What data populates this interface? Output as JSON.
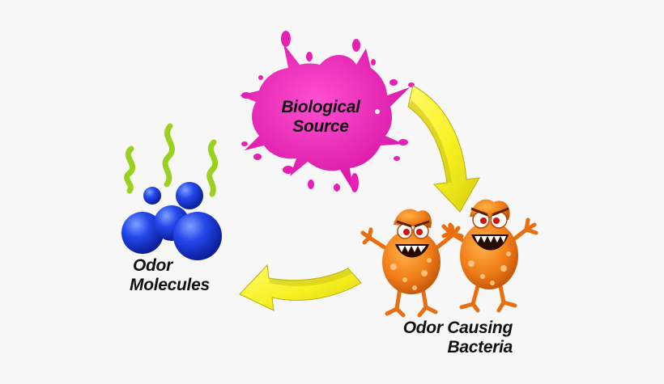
{
  "nodes": {
    "source": {
      "line1": "Biological",
      "line2": "Source",
      "color": "#e81fb5"
    },
    "bacteria": {
      "line1": "Odor Causing",
      "line2": "Bacteria",
      "color": "#f07d17"
    },
    "odor": {
      "line1": "Odor",
      "line2": "Molecules",
      "color": "#1a3fe0"
    }
  },
  "colors": {
    "arrow_fill": "#f6f021",
    "arrow_shade": "#c9bf12",
    "vapor": "#9bd11e",
    "label_text": "#111111"
  }
}
